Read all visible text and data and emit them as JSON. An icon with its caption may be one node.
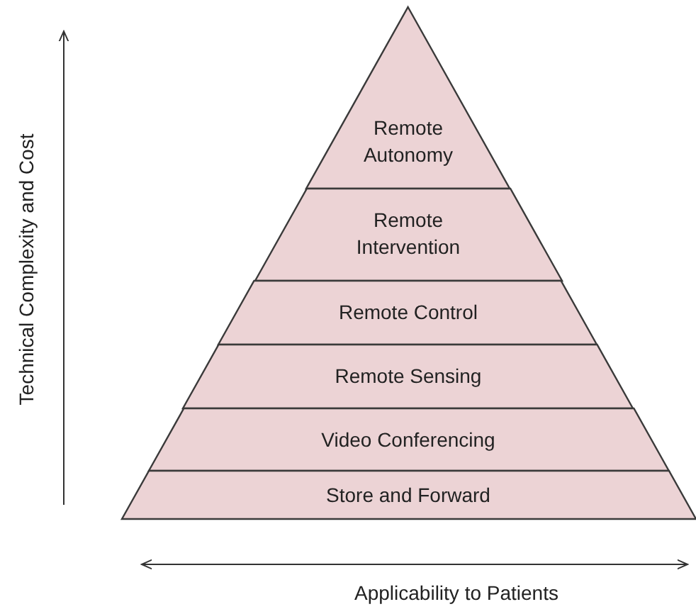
{
  "diagram": {
    "nodes": [
      {
        "text": [
          "Remote Autonomy"
        ]
      },
      {
        "text": [
          "Remote Intervention"
        ]
      },
      {
        "text": [
          "Remote Control"
        ]
      },
      {
        "text": [
          "Remote Sensing"
        ]
      },
      {
        "text": [
          "Video Conferencing"
        ]
      },
      {
        "text": [
          "Store and Forward"
        ]
      }
    ],
    "labels": [
      "Technical Complexity and Cost",
      "Applicability to Patients"
    ]
  }
}
